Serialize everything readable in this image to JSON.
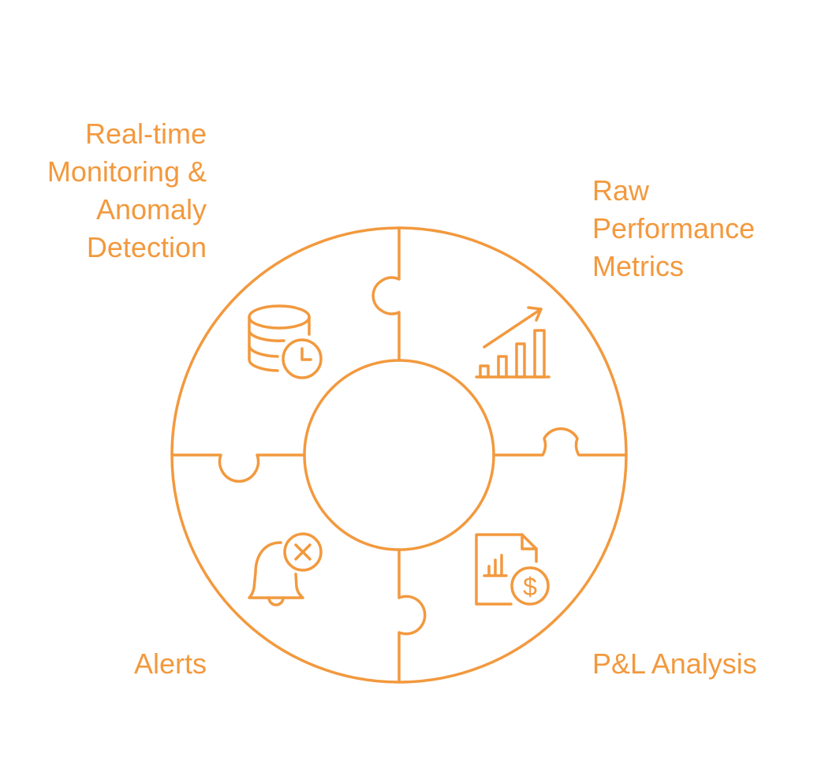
{
  "colors": {
    "accent": "#F2993E",
    "background": "#FFFFFF"
  },
  "segments": {
    "top_left": {
      "label_lines": [
        "Real-time",
        "Monitoring &",
        "Anomaly",
        "Detection"
      ],
      "icon": "database-clock-icon"
    },
    "top_right": {
      "label_lines": [
        "Raw",
        "Performance",
        "Metrics"
      ],
      "icon": "bar-chart-growth-icon"
    },
    "bottom_left": {
      "label_lines": [
        "Alerts"
      ],
      "icon": "bell-cancel-icon"
    },
    "bottom_right": {
      "label_lines": [
        "P&L Analysis"
      ],
      "icon": "financial-report-dollar-icon"
    }
  }
}
